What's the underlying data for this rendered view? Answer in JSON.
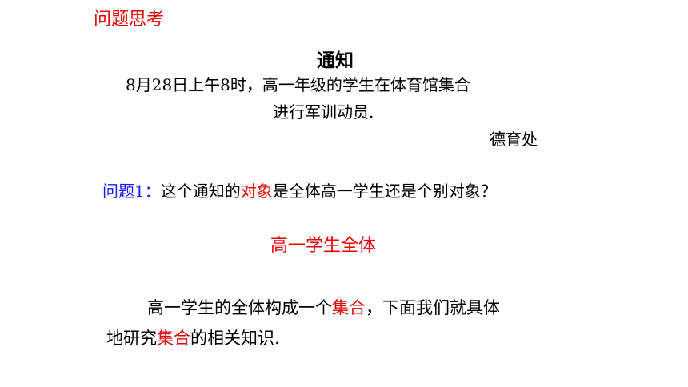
{
  "section_title": "问题思考",
  "notice": {
    "title": "通知",
    "line1": "8月28日上午8时，高一年级的学生在体育馆集合",
    "line2": "进行军训动员.",
    "signature": "德育处"
  },
  "question": {
    "label": "问题1：",
    "text_before": "这个通知的",
    "highlight": "对象",
    "text_after": "是全体高一学生还是个别对象？"
  },
  "answer": "高一学生全体",
  "conclusion": {
    "line1_before": "高一学生的全体构成一个",
    "line1_highlight": "集合",
    "line1_after": "，下面我们就具体",
    "line2_before": "地研究",
    "line2_highlight": "集合",
    "line2_after": "的相关知识."
  },
  "colors": {
    "highlight": "#e60000",
    "question_label": "#1a1aff",
    "text": "#000000",
    "background": "#ffffff"
  }
}
